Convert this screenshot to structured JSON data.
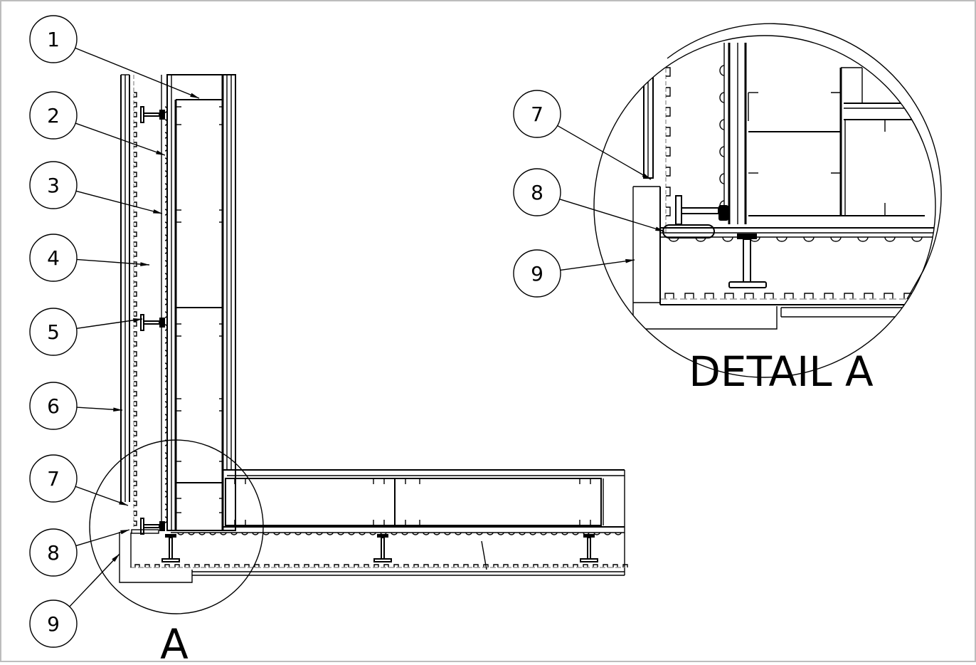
{
  "balloons": [
    {
      "id": "b1",
      "label": "1"
    },
    {
      "id": "b2",
      "label": "2"
    },
    {
      "id": "b3",
      "label": "3"
    },
    {
      "id": "b4",
      "label": "4"
    },
    {
      "id": "b5",
      "label": "5"
    },
    {
      "id": "b6",
      "label": "6"
    },
    {
      "id": "b7",
      "label": "7"
    },
    {
      "id": "b8",
      "label": "8"
    },
    {
      "id": "b9",
      "label": "9"
    }
  ],
  "detail_balloons": [
    {
      "id": "d7",
      "label": "7"
    },
    {
      "id": "d8",
      "label": "8"
    },
    {
      "id": "d9",
      "label": "9"
    }
  ],
  "view_label": "A",
  "detail_title": "DETAIL A"
}
